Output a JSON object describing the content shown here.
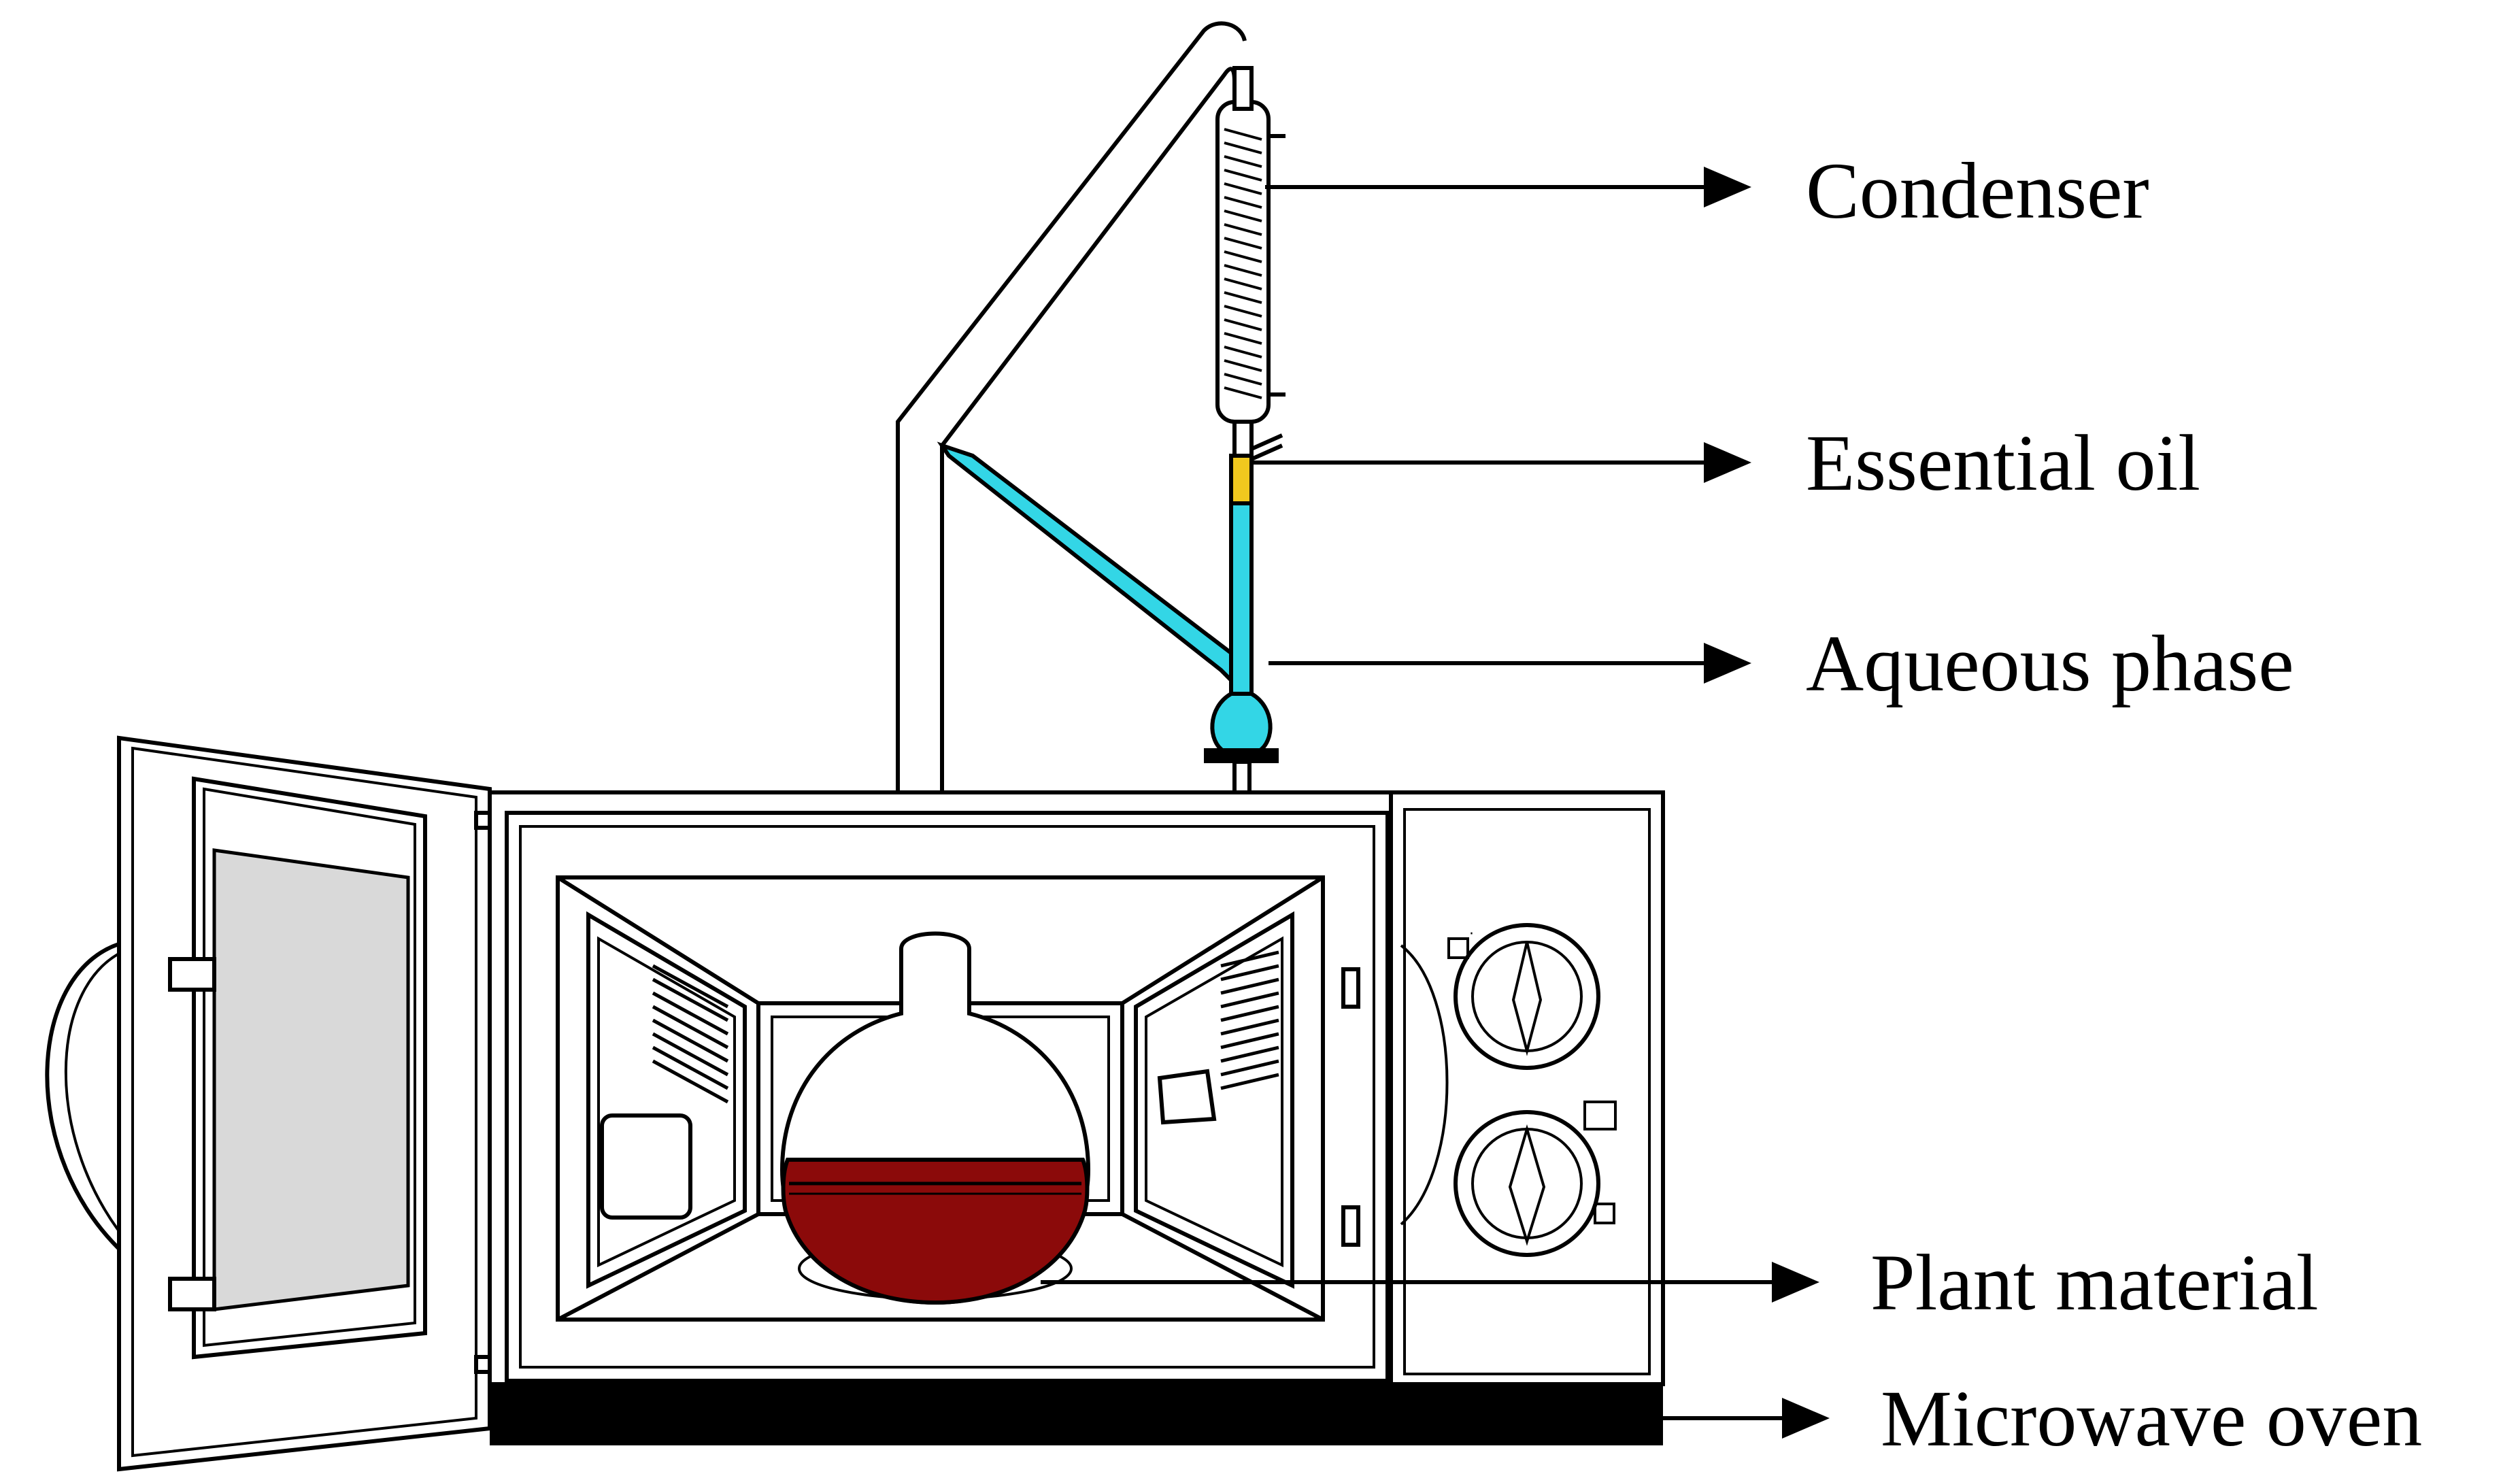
{
  "labels": {
    "condenser": "Condenser",
    "essential_oil": "Essential oil",
    "aqueous_phase": "Aqueous phase",
    "plant_material": "Plant material",
    "microwave_oven": "Microwave oven"
  },
  "colors": {
    "background": "#ffffff",
    "line": "#000000",
    "aqueous_phase": "#33d6e6",
    "essential_oil": "#f0c81e",
    "plant_material": "#8b0a0a",
    "door_glass": "#d9d9d9",
    "oven_base": "#000000"
  }
}
